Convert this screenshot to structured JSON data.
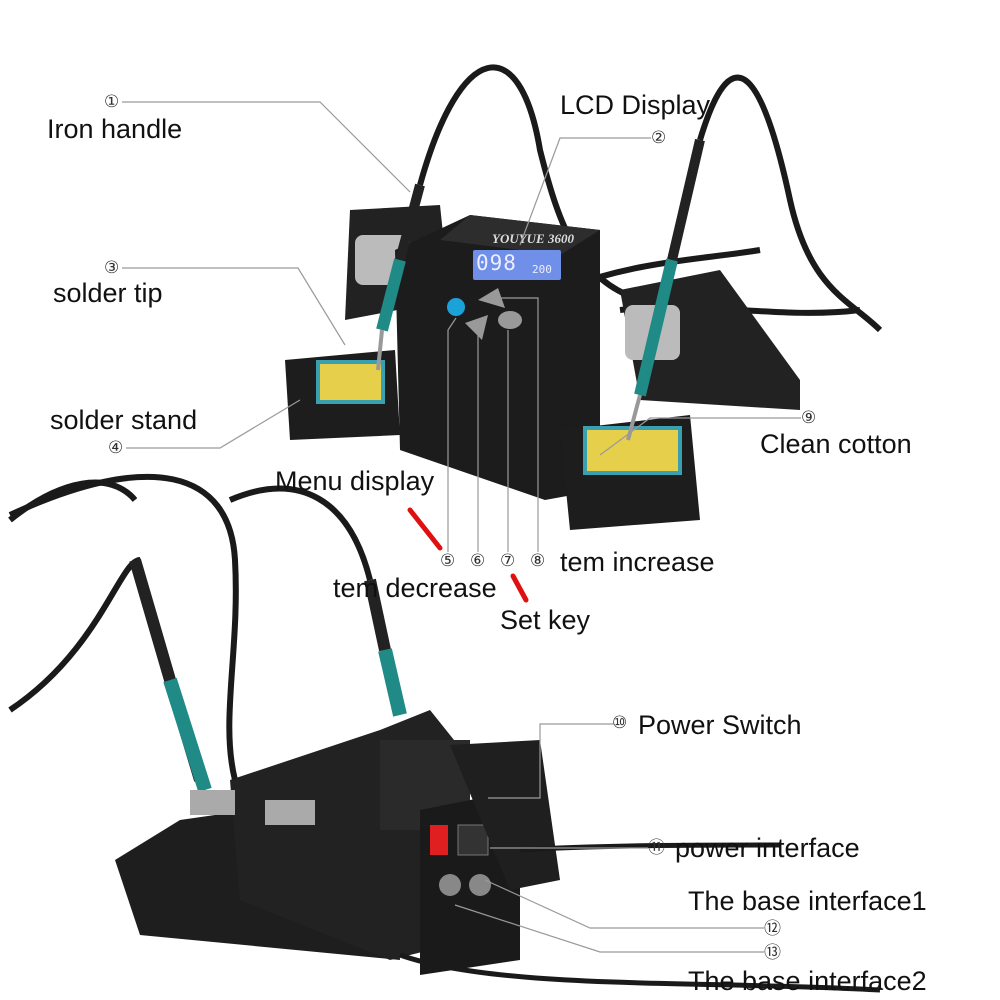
{
  "brand": {
    "name": "YOUYUE",
    "model": "3600"
  },
  "lcd": {
    "main_value": "098",
    "set_value": "200"
  },
  "buttons": {
    "menu": "MENU",
    "set": "SET",
    "plus": "+",
    "minus": "−"
  },
  "callouts": [
    {
      "number": "①",
      "label": "Iron handle"
    },
    {
      "number": "②",
      "label": "LCD Display"
    },
    {
      "number": "③",
      "label": "solder tip"
    },
    {
      "number": "④",
      "label": "solder stand"
    },
    {
      "number": "⑤",
      "label": "Menu display"
    },
    {
      "number": "⑥",
      "label": "tem decrease"
    },
    {
      "number": "⑦",
      "label": "Set key"
    },
    {
      "number": "⑧",
      "label": "tem increase"
    },
    {
      "number": "⑨",
      "label": "Clean cotton"
    },
    {
      "number": "⑩",
      "label": "Power Switch"
    },
    {
      "number": "⑪",
      "label": "power interface"
    },
    {
      "number": "⑫",
      "label": "The base interface1"
    },
    {
      "number": "⑬",
      "label": "The base interface2"
    }
  ],
  "colors": {
    "body": "#1c1c1c",
    "handle_grip": "#1f8a86",
    "lcd": "#6f8fe8",
    "sponge": "#e8d25a",
    "leader_line": "#9a9a9a",
    "highlight": "#e01010"
  }
}
